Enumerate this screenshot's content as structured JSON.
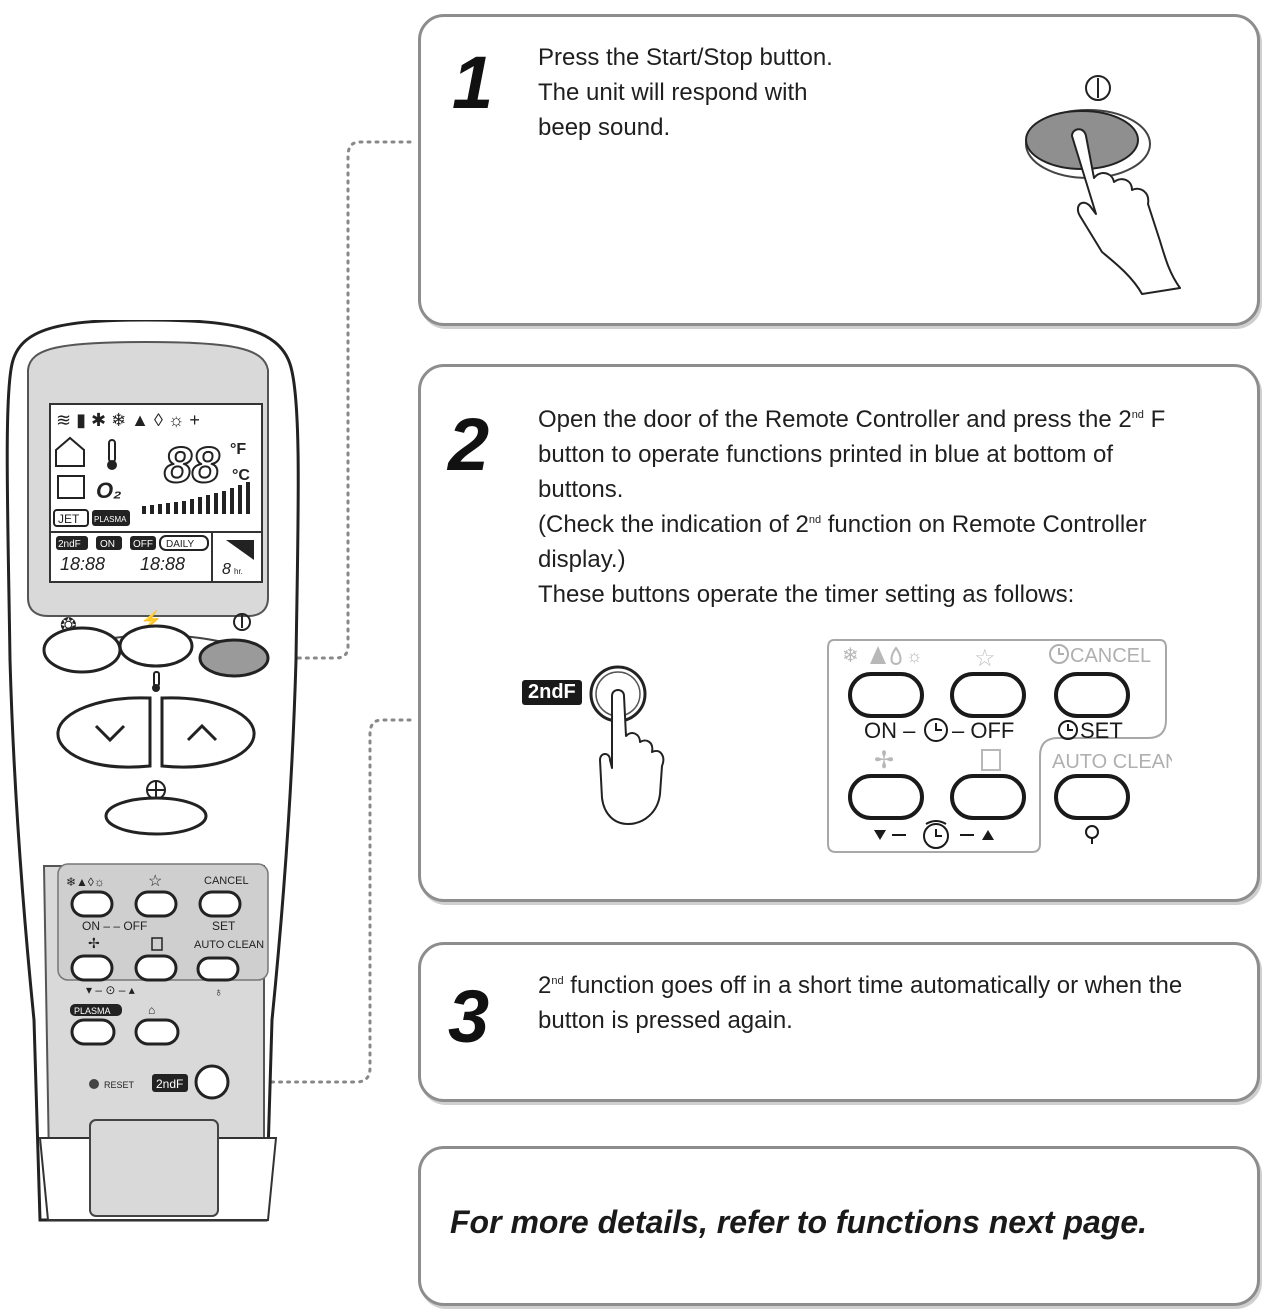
{
  "steps": [
    {
      "number": "1",
      "lines": [
        "Press the Start/Stop button.",
        "The unit will respond with",
        "beep sound."
      ]
    },
    {
      "number": "2",
      "line1_pre": "Open the door of the Remote Controller and press the 2",
      "line1_sup": "nd",
      "line1_post": " F",
      "line2": "button to operate functions printed in blue at bottom of",
      "line3": "buttons.",
      "line4_pre": "(Check the indication of 2",
      "line4_sup": "nd",
      "line4_post": " function on Remote Controller",
      "line5": "display.)",
      "line6": "These buttons operate the timer setting as follows:"
    },
    {
      "number": "3",
      "line1_pre": "2",
      "line1_sup": "nd",
      "line1_post": " function goes off in a short time automatically or when the",
      "line2": "button is pressed again."
    }
  ],
  "footer_note": "For more details, refer to functions next page.",
  "panel": {
    "cancel": "CANCEL",
    "on_off": "ON – – OFF",
    "on": "ON –",
    "off": "– OFF",
    "set": "SET",
    "auto_clean": "AUTO CLEAN",
    "second_f": "2ndF"
  },
  "remote": {
    "display_temp": "88",
    "deg_f": "°F",
    "deg_c": "°C",
    "o2": "O₂",
    "jet": "JET",
    "plasma_tag": "PLASMA",
    "second_f_tag": "2ndF",
    "on_tag": "ON",
    "off_tag": "OFF",
    "daily_tag": "DAILY",
    "time1": "18:88",
    "time2": "18:88",
    "hr": "8",
    "hr_unit": "hr.",
    "cancel": "CANCEL",
    "on_off": "ON – – OFF",
    "set": "SET",
    "auto_clean": "AUTO CLEAN",
    "plasma_btn": "PLASMA",
    "reset": "RESET",
    "second_f_btn": "2ndF"
  },
  "colors": {
    "border": "#8d8d8d",
    "text": "#1f1f1f",
    "remote_gray": "#d9d9d9"
  }
}
